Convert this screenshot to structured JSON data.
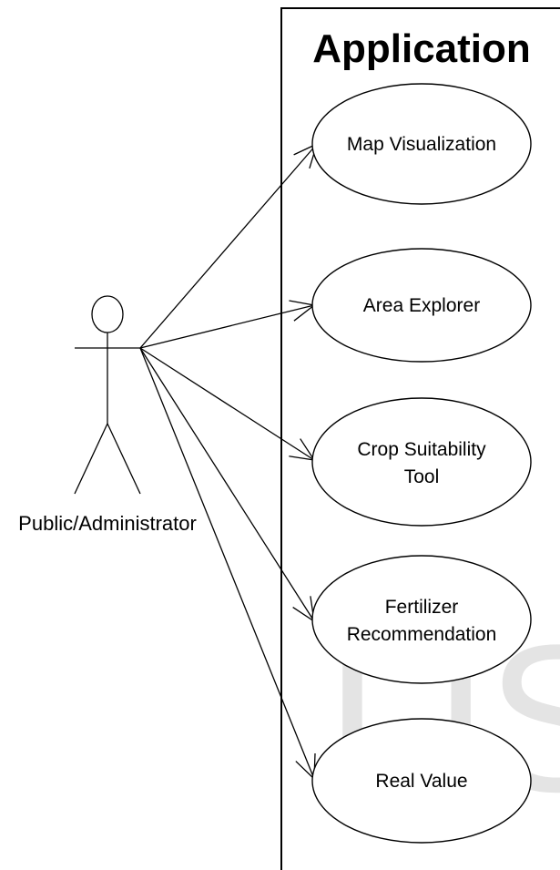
{
  "system": {
    "title": "Application"
  },
  "actor": {
    "label": "Public/Administrator"
  },
  "use_cases": [
    {
      "id": "map-visualization",
      "lines": [
        "Map Visualization"
      ]
    },
    {
      "id": "area-explorer",
      "lines": [
        "Area Explorer"
      ]
    },
    {
      "id": "crop-suitability-tool",
      "lines": [
        "Crop Suitability",
        "Tool"
      ]
    },
    {
      "id": "fertilizer-recommendation",
      "lines": [
        "Fertilizer",
        "Recommendation"
      ]
    },
    {
      "id": "real-value",
      "lines": [
        "Real Value"
      ]
    }
  ],
  "watermark": {
    "text": "IJS"
  },
  "colors": {
    "line": "#000000",
    "background": "#ffffff",
    "watermark": "#cfcfcf"
  }
}
